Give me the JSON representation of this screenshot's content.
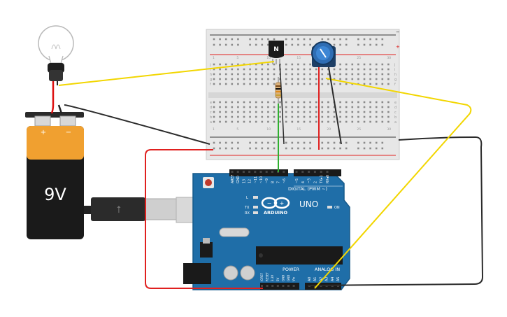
{
  "battery": {
    "voltage_label": "9V",
    "plus_label": "+",
    "minus_label": "−",
    "body_color": "#1a1a1a",
    "label_band_color": "#f0a030"
  },
  "breadboard": {
    "row_letters_top": [
      "j",
      "i",
      "h",
      "g",
      "f"
    ],
    "row_letters_bottom": [
      "e",
      "d",
      "c",
      "b",
      "a"
    ],
    "plus_label": "+",
    "minus_label": "−",
    "column_numbers": [
      "1",
      "5",
      "10",
      "15",
      "20",
      "25",
      "30"
    ]
  },
  "transistor": {
    "label": "N"
  },
  "arduino": {
    "brand": "ARDUINO",
    "model": "UNO",
    "digital_label": "DIGITAL (PWM ~)",
    "analog_label": "ANALOG IN",
    "power_label": "POWER",
    "on_label": "ON",
    "tx_label": "TX",
    "rx_label": "RX",
    "l_label": "L",
    "digital_pins": [
      "AREF",
      "GND",
      "13",
      "12",
      "~11",
      "~10",
      "~9",
      "8",
      "7",
      "~6",
      "~5",
      "4",
      "~3",
      "2",
      "TX▸1",
      "RX◂0"
    ],
    "power_pins": [
      "IOREF",
      "RESET",
      "3.3V",
      "5V",
      "GND",
      "GND",
      "Vin"
    ],
    "analog_pins": [
      "A0",
      "A1",
      "A2",
      "A3",
      "A4",
      "A5"
    ],
    "board_color": "#1f6ea8"
  },
  "colors": {
    "wire_red": "#e0201f",
    "wire_black": "#2b2b2b",
    "wire_yellow": "#f2d600",
    "wire_green": "#2fb02f"
  }
}
